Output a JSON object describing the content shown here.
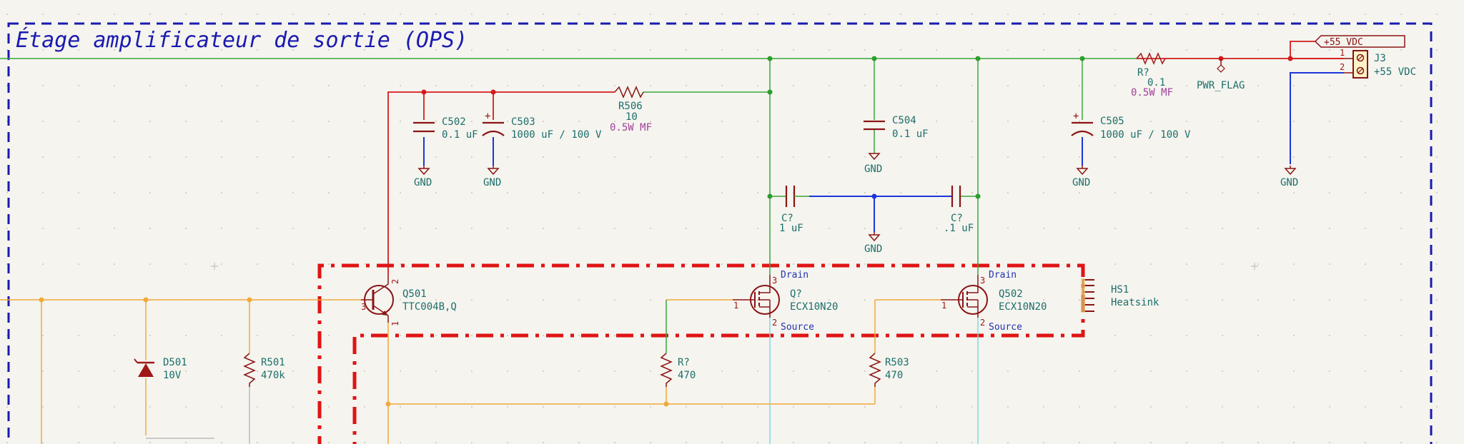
{
  "sheet": {
    "title": "Étage amplificateur de sortie (OPS)"
  },
  "components": {
    "c502": {
      "ref": "C502",
      "value": "0.1 uF"
    },
    "c503": {
      "ref": "C503",
      "value": "1000 uF / 100 V"
    },
    "r506": {
      "ref": "R506",
      "value": "10",
      "extra": "0.5W MF"
    },
    "c504": {
      "ref": "C504",
      "value": "0.1 uF"
    },
    "c505": {
      "ref": "C505",
      "value": "1000 uF / 100 V"
    },
    "r_shunt": {
      "ref": "R?",
      "value": "0.1",
      "extra": "0.5W MF"
    },
    "pwr_flag": {
      "ref": "PWR_FLAG"
    },
    "j3": {
      "ref": "J3",
      "value": "+55 VDC",
      "pin1": "1",
      "pin2": "2"
    },
    "net_label": {
      "text": "+55 VDC"
    },
    "c_left": {
      "ref": "C?",
      "value": "1 uF"
    },
    "c_right": {
      "ref": "C?",
      "value": ".1 uF"
    },
    "q501": {
      "ref": "Q501",
      "value": "TTC004B,Q",
      "pin1": "1",
      "pin2": "2",
      "pin3": "3"
    },
    "q_left": {
      "ref": "Q?",
      "value": "ECX10N20",
      "pin1": "1",
      "pin2": "2",
      "pin3": "3",
      "drain": "Drain",
      "source": "Source"
    },
    "q502": {
      "ref": "Q502",
      "value": "ECX10N20",
      "pin1": "1",
      "pin2": "2",
      "pin3": "3",
      "drain": "Drain",
      "source": "Source"
    },
    "hs1": {
      "ref": "HS1",
      "value": "Heatsink"
    },
    "d501": {
      "ref": "D501",
      "value": "10V"
    },
    "r501": {
      "ref": "R501",
      "value": "470k"
    },
    "r_gate": {
      "ref": "R?",
      "value": "470"
    },
    "r503": {
      "ref": "R503",
      "value": "470"
    }
  },
  "gnd_label": "GND",
  "colors": {
    "wire": "#3aa63a",
    "power_wire": "#d41c1c",
    "signal_wire": "#f0a93a",
    "bus_wire": "#1c36d8",
    "symbol": "#8a1414",
    "reference": "#1c6e6a",
    "sheet_border": "#1a1ab0",
    "thermal_group": "#e01414"
  }
}
